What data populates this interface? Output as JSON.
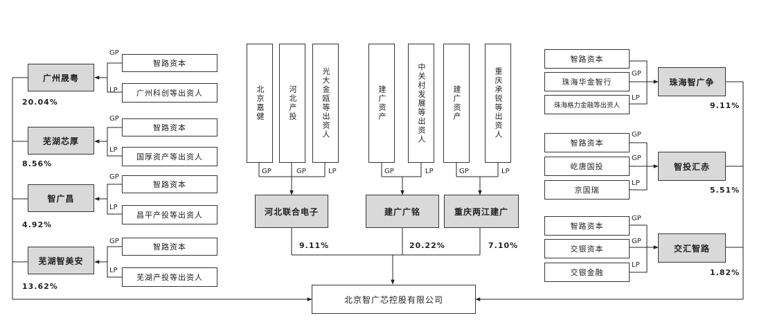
{
  "left_groups": [
    {
      "entity": "广州晟粤",
      "gp": "智路资本",
      "lp": "广州科创等出资人",
      "pct": "20.04%"
    },
    {
      "entity": "芜湖芯厚",
      "gp": "智路资本",
      "lp": "国厚资产等出资人",
      "pct": "8.56%"
    },
    {
      "entity": "智广昌",
      "gp": "智路资本",
      "lp": "昌平产投等出资人",
      "pct": "4.92%"
    },
    {
      "entity": "芜湖智美安",
      "gp": "智路资本",
      "lp": "芜湖产投等出资人",
      "pct": "13.62%"
    }
  ],
  "center_groups": [
    {
      "entity": "河北联合电子",
      "pct": "9.11%",
      "investors": [
        {
          "name": "北京嘉健",
          "tag": "GP"
        },
        {
          "name": "河北产投",
          "tag": "GP"
        },
        {
          "name": "光大金瓯等出资人",
          "tag": "LP"
        }
      ]
    },
    {
      "entity": "建广广铭",
      "pct": "20.22%",
      "investors": [
        {
          "name": "建广资产",
          "tag": "GP"
        },
        {
          "name": "中关村发展等出资人",
          "tag": "LP"
        }
      ]
    },
    {
      "entity": "重庆两江建广",
      "pct": "7.10%",
      "investors": [
        {
          "name": "建广资产",
          "tag": "GP"
        },
        {
          "name": "重庆承锐等出资人",
          "tag": "LP"
        }
      ]
    }
  ],
  "right_groups": [
    {
      "entity": "珠海智广争",
      "pct": "9.11%",
      "investors": [
        {
          "name": "智路资本",
          "tag": ""
        },
        {
          "name": "珠海华金智行",
          "tag": "GP"
        },
        {
          "name": "珠海格力金融等出资人",
          "tag": "LP"
        }
      ]
    },
    {
      "entity": "智投汇赤",
      "pct": "5.51%",
      "investors": [
        {
          "name": "智路资本",
          "tag": "GP"
        },
        {
          "name": "屹唐国投",
          "tag": "GP"
        },
        {
          "name": "京国瑞",
          "tag": "LP"
        }
      ]
    },
    {
      "entity": "交汇智路",
      "pct": "1.82%",
      "investors": [
        {
          "name": "智路资本",
          "tag": "GP"
        },
        {
          "name": "交银资本",
          "tag": "GP"
        },
        {
          "name": "交银金融",
          "tag": "LP"
        }
      ]
    }
  ],
  "target": "北京智广芯控股有限公司"
}
